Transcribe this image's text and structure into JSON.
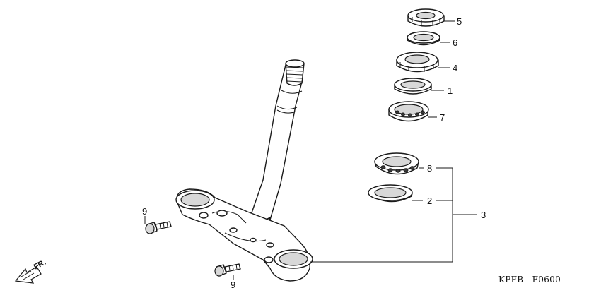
{
  "callouts": {
    "c5": "5",
    "c6": "6",
    "c4": "4",
    "c1": "1",
    "c7": "7",
    "c8": "8",
    "c2": "2",
    "c3": "3",
    "c9a": "9",
    "c9b": "9"
  },
  "front_indicator": "FR.",
  "diagram_code": "KPFB—F0600"
}
